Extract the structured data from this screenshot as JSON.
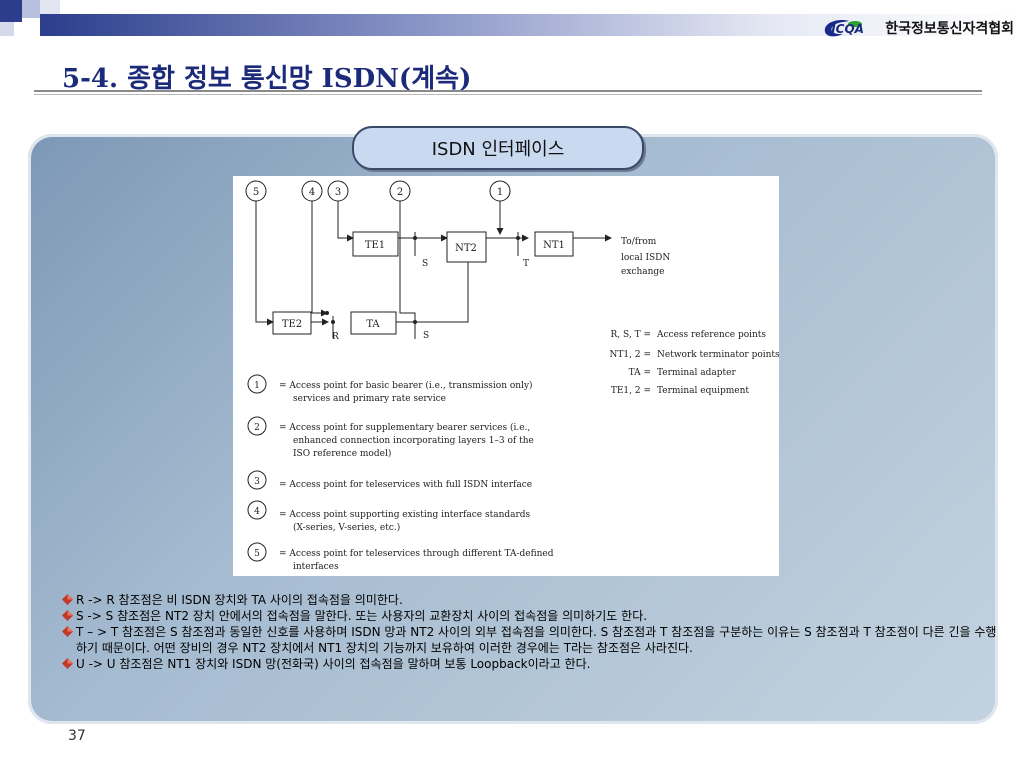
{
  "header": {
    "logo_abbr": "ICQA",
    "logo_org": "한국정보통신자격협회",
    "title": "5-4. 종합 정보 통신망 ISDN(계속)"
  },
  "section_label": "ISDN 인터페이스",
  "diagram": {
    "access_points": [
      "1",
      "2",
      "3",
      "4",
      "5"
    ],
    "boxes": {
      "te1": "TE1",
      "nt2": "NT2",
      "nt1": "NT1",
      "te2": "TE2",
      "ta": "TA"
    },
    "point_labels": {
      "s_upper": "S",
      "t": "T",
      "r": "R",
      "s_lower": "S"
    },
    "exchange_lines": [
      "To/from",
      "local ISDN",
      "exchange"
    ],
    "legend": [
      {
        "term": "R, S, T =",
        "desc": "Access reference points"
      },
      {
        "term": "NT1, 2 =",
        "desc": "Network terminator points"
      },
      {
        "term": "TA =",
        "desc": "Terminal adapter"
      },
      {
        "term": "TE1, 2 =",
        "desc": "Terminal equipment"
      }
    ],
    "definitions": [
      {
        "num": "1",
        "lines": [
          "= Access point for basic bearer (i.e., transmission only)",
          "services and primary rate service"
        ]
      },
      {
        "num": "2",
        "lines": [
          "= Access point for supplementary bearer services (i.e.,",
          "enhanced connection incorporating layers 1–3 of the",
          "ISO reference model)"
        ]
      },
      {
        "num": "3",
        "lines": [
          "= Access point for teleservices with full ISDN interface"
        ]
      },
      {
        "num": "4",
        "lines": [
          "= Access point supporting existing interface standards",
          "(X-series, V-series, etc.)"
        ]
      },
      {
        "num": "5",
        "lines": [
          "= Access point for teleservices through different TA-defined",
          "interfaces"
        ]
      }
    ]
  },
  "notes": [
    "R -> R 참조점은 비 ISDN 장치와  TA 사이의 접속점을 의미한다.",
    "S -> S 참조점은  NT2  장치 안에서의 접속점을 말한다. 또는 사용자의 교환장치 사이의 접속점을 의미하기도 한다.",
    "T – > T 참조점은 S 참조점과 동일한 신호를 사용하며 ISDN  망과 NT2 사이의 외부 접속점을 의미한다. S 참조점과 T 참조점을 구분하는 이유는 S 참조점과 T 참조점이 다른 긴을 수행하기 때문이다. 어떤 장비의 경우 NT2 장치에서 NT1 장치의 기능까지 보유하여 이러한 경우에는 T라는 참조점은 사라진다.",
    "U -> U 참조점은 NT1 장치와 ISDN 망(전화국) 사이의 접속점을 말하며 보통 Loopback이라고 한다."
  ],
  "page_number": "37",
  "colors": {
    "title": "#1c2a7a",
    "panel": "#a5bbd0",
    "pill": "#c9daf0",
    "bullet": "#c0392b"
  }
}
